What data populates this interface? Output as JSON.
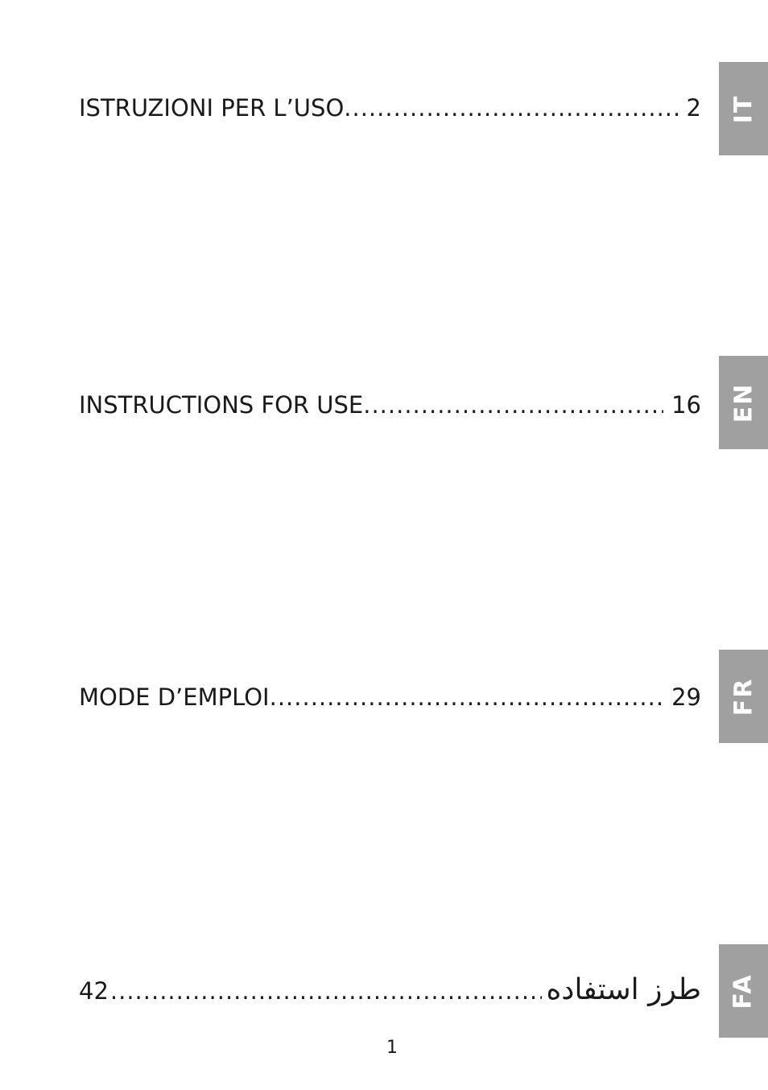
{
  "toc": [
    {
      "title": "ISTRUZIONI PER L’USO",
      "page": "2",
      "language_tab": "IT"
    },
    {
      "title": "INSTRUCTIONS FOR USE",
      "page": "16",
      "language_tab": "EN"
    },
    {
      "title": "MODE D’EMPLOI",
      "page": "29",
      "language_tab": "FR"
    },
    {
      "title": "طرز استفاده",
      "page": "42",
      "language_tab": "FA"
    }
  ],
  "footer": {
    "page_number": "1"
  },
  "colors": {
    "tab_background": "#a0a0a0",
    "tab_text": "#ffffff",
    "text": "#1a1a1a",
    "page_background": "#ffffff"
  }
}
